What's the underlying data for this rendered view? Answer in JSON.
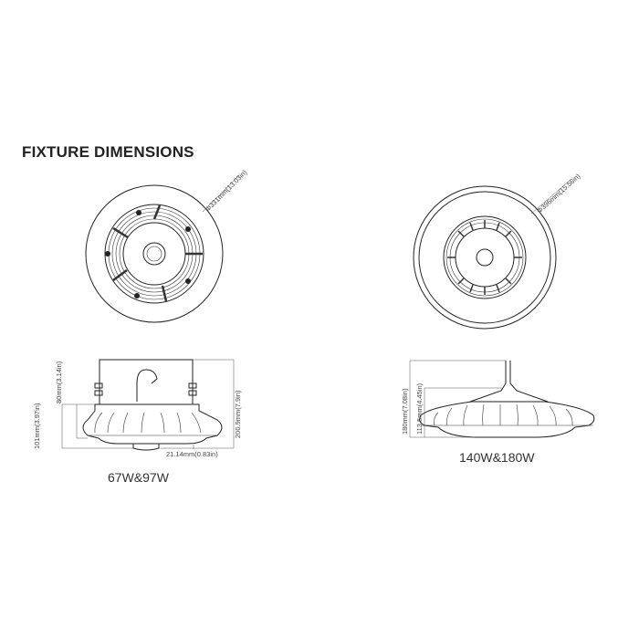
{
  "title": "FIXTURE DIMENSIONS",
  "models": [
    {
      "caption": "67W&97W",
      "top_diameter": "Φ331mm(13.03in)",
      "height_total": "200.9mm(7.9in)",
      "height_body": "101mm(3.97in)",
      "height_bracket": "80mm(3.14in)",
      "sensor_offset": "21.14mm(0.83in)"
    },
    {
      "caption": "140W&180W",
      "top_diameter": "Φ396mm(15.56in)",
      "height_total": "180mm(7.08in)",
      "height_body": "113.5mm(4.45in)"
    }
  ]
}
